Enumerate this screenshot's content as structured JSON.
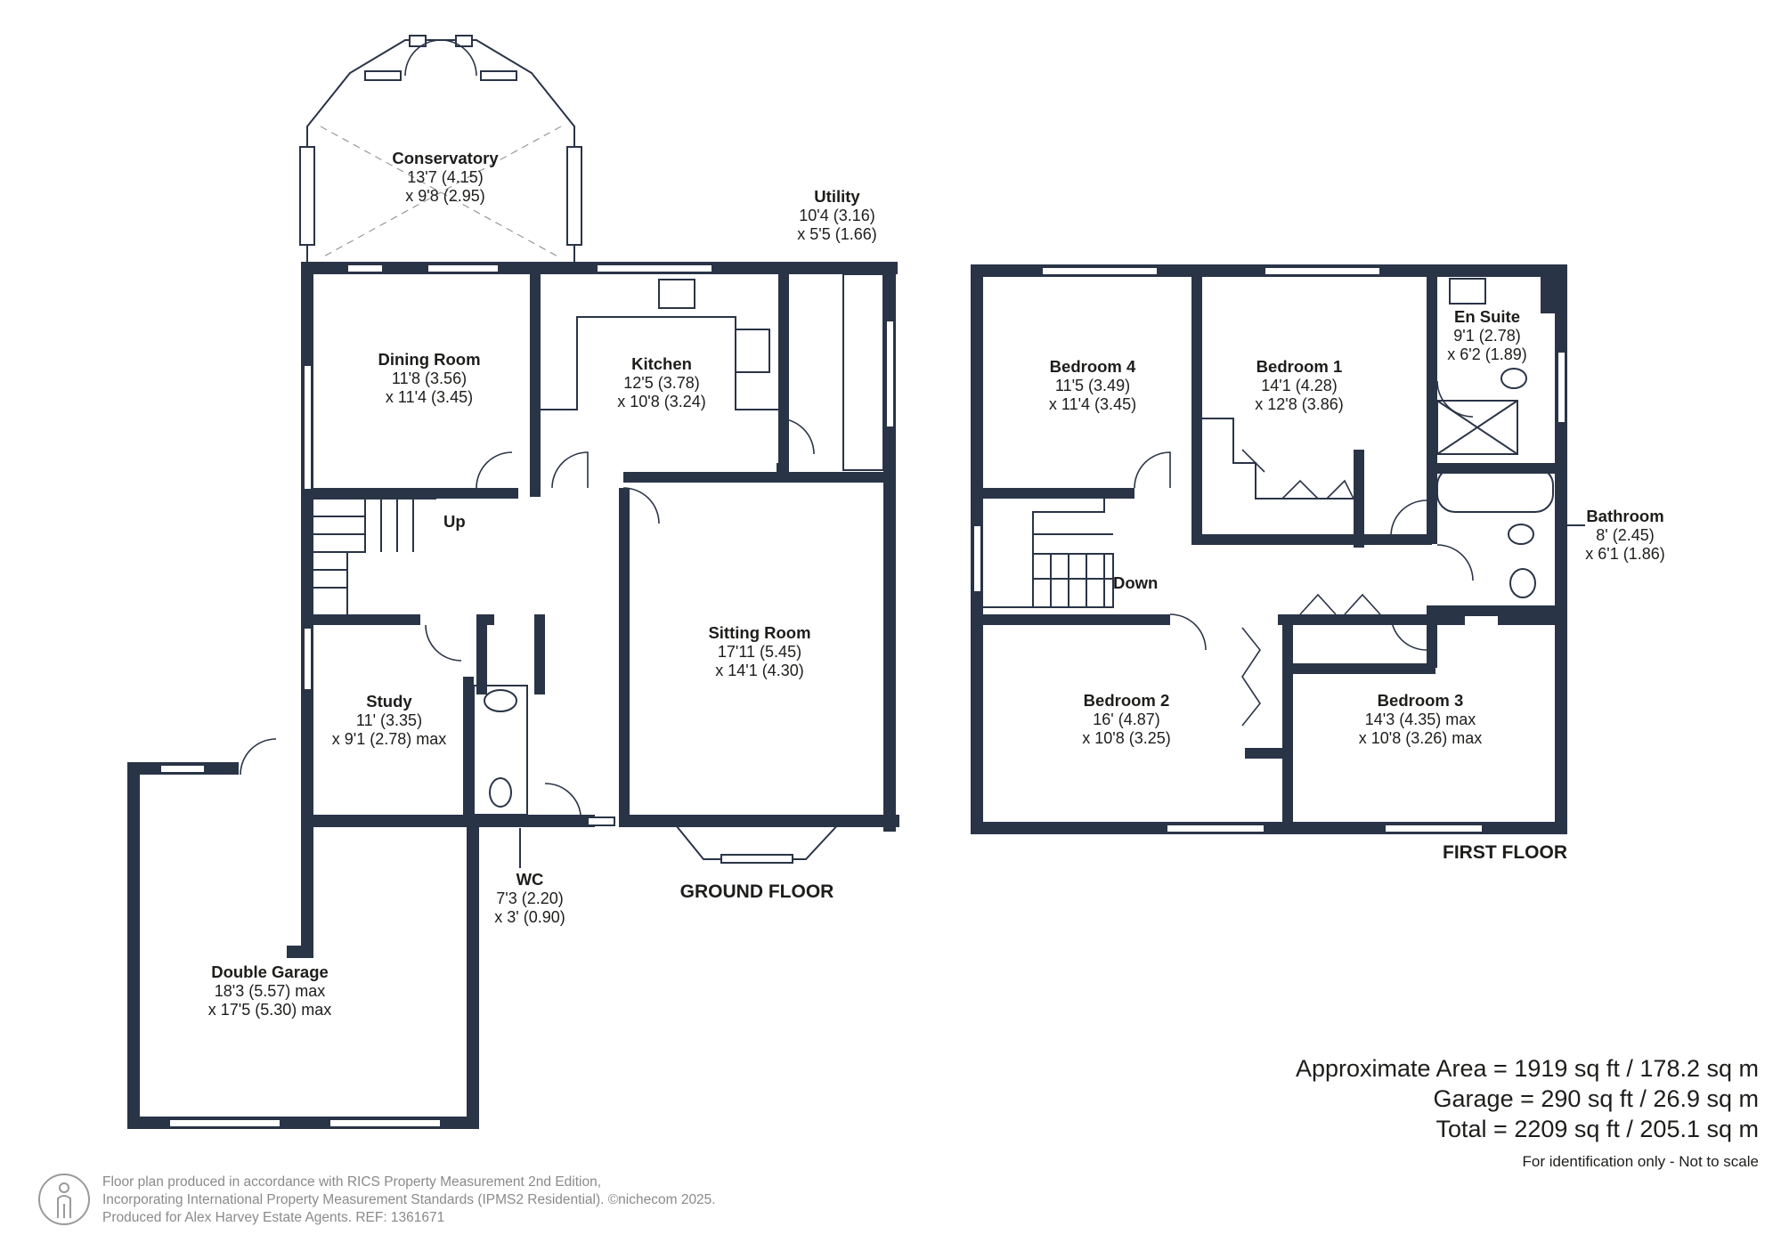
{
  "ground_floor": {
    "title": "GROUND FLOOR",
    "rooms": [
      {
        "id": "conservatory",
        "name": "Conservatory",
        "dims": [
          "13'7 (4.15)",
          "x 9'8 (2.95)"
        ]
      },
      {
        "id": "utility",
        "name": "Utility",
        "dims": [
          "10'4 (3.16)",
          "x 5'5 (1.66)"
        ]
      },
      {
        "id": "dining-room",
        "name": "Dining Room",
        "dims": [
          "11'8 (3.56)",
          "x 11'4 (3.45)"
        ]
      },
      {
        "id": "kitchen",
        "name": "Kitchen",
        "dims": [
          "12'5 (3.78)",
          "x 10'8 (3.24)"
        ]
      },
      {
        "id": "sitting-room",
        "name": "Sitting Room",
        "dims": [
          "17'11 (5.45)",
          "x 14'1 (4.30)"
        ]
      },
      {
        "id": "study",
        "name": "Study",
        "dims": [
          "11' (3.35)",
          "x 9'1 (2.78) max"
        ]
      },
      {
        "id": "wc",
        "name": "WC",
        "dims": [
          "7'3 (2.20)",
          "x 3' (0.90)"
        ]
      },
      {
        "id": "double-garage",
        "name": "Double Garage",
        "dims": [
          "18'3 (5.57) max",
          "x 17'5 (5.30) max"
        ]
      }
    ],
    "stairs_label": "Up"
  },
  "first_floor": {
    "title": "FIRST FLOOR",
    "rooms": [
      {
        "id": "bedroom-4",
        "name": "Bedroom 4",
        "dims": [
          "11'5 (3.49)",
          "x 11'4 (3.45)"
        ]
      },
      {
        "id": "bedroom-1",
        "name": "Bedroom 1",
        "dims": [
          "14'1 (4.28)",
          "x 12'8 (3.86)"
        ]
      },
      {
        "id": "en-suite",
        "name": "En Suite",
        "dims": [
          "9'1 (2.78)",
          "x 6'2 (1.89)"
        ]
      },
      {
        "id": "bathroom",
        "name": "Bathroom",
        "dims": [
          "8' (2.45)",
          "x 6'1 (1.86)"
        ]
      },
      {
        "id": "bedroom-2",
        "name": "Bedroom 2",
        "dims": [
          "16' (4.87)",
          "x 10'8 (3.25)"
        ]
      },
      {
        "id": "bedroom-3",
        "name": "Bedroom 3",
        "dims": [
          "14'3 (4.35) max",
          "x 10'8 (3.26) max"
        ]
      }
    ],
    "stairs_label": "Down"
  },
  "area": {
    "approximate": "Approximate Area = 1919 sq ft / 178.2 sq m",
    "garage": "Garage = 290 sq ft / 26.9 sq m",
    "total": "Total = 2209 sq ft / 205.1 sq m",
    "note": "For identification only - Not to scale"
  },
  "footer": {
    "line1": "Floor plan produced in accordance with RICS Property Measurement 2nd Edition,",
    "line2": "Incorporating International Property Measurement Standards (IPMS2 Residential).  ©nichecom 2025.",
    "line3": "Produced for Alex Harvey Estate Agents.   REF: 1361671"
  },
  "colors": {
    "wall": "#2a3447",
    "text": "#1d1d1b",
    "footer_text": "#8a8a8a"
  }
}
